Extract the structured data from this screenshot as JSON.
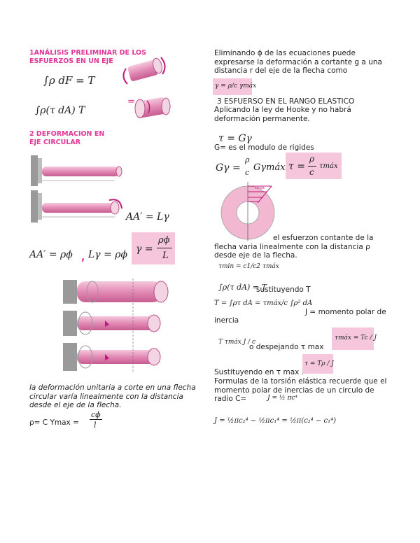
{
  "left": {
    "sec1_title": "1ANÁLISIS PRELIMINAR DE LOS ESFUERZOS EN UN EJE",
    "eq_int_rho_dF": "∫ρ dF = T",
    "eq_int_rho_tau": "∫ρ(τ dA)      T",
    "equals": "=",
    "sec2_title": "2 DEFORMACION EN EJE CIRCULAR",
    "eq_AA_Lgamma": "AA′ = Lγ",
    "eq_AA_rhophi": "AA′ = ρϕ",
    "comma": ",",
    "eq_Lgamma": "Lγ = ρϕ",
    "eq_gamma_num": "ρϕ",
    "eq_gamma_lhs": "γ =",
    "eq_gamma_den": "L",
    "desc": "la deformación unitaria a corte en una flecha circular varía linealmente con la distancia desde el eje de la flecha.",
    "rho_c": "ρ= C   Ymax =",
    "ymax_num": "cϕ",
    "ymax_den": "l"
  },
  "right": {
    "p1": "Eliminando ϕ de las ecuaciones puede expresarse la deformación a cortante g a una distancia r del eje de la flecha como",
    "eq_gamma_rho": "γ = ρ/c γmáx",
    "sec3": "3 ESFUERSO  EN EL RANGO ELASTICO",
    "hooke": "Aplicando la  ley  de  Hooke y no  habrá deformación permanente.",
    "eq_tau_Ggamma": "τ = Gγ",
    "g_def": "G= es  el  modulo de  rigides",
    "eq_Ggamma": "Gγ =",
    "eq_Ggamma_num": "ρ",
    "eq_Ggamma_den": "c",
    "eq_Ggamma_rhs": "Gγmáx",
    "eq_tau_lhs": "τ =",
    "eq_tau_num": "ρ",
    "eq_tau_den": "c",
    "eq_tau_rhs": "τmáx",
    "fig_label_tau": "τmáx",
    "p2": "el esfuerzon contante de  la flecha  varia linealmente  con la  distancia ρ desde  eje  de  la  flecha.",
    "eq_taumin": "τmin = c1/c2 τmáx",
    "eq_int_rho_tau": "∫ρ(τ dA) = T",
    "sust": "sustituyendo T",
    "eq_T": "T = ∫ρτ dA = τmáx/c ∫ρ² dA",
    "J_def": "J = momento  polar de",
    "inercia": "inercia",
    "eq_T_simple": "T    τmáx J / c",
    "o_desp": "o  despejando τ max",
    "eq_taumax_box": "τmáx = Tc / J",
    "sust_tau": "Sustituyendo en τ max .",
    "eq_tau_TrhoJ": "τ = Tρ / J",
    "p3": "Formulas  de  la  torsión elástica recuerde  que el momento polar de  inercias de un circulo  de radio C=",
    "eq_J": "J = ½ πc⁴",
    "eq_J_hollow": "J = ½πc₂⁴ − ½πc₁⁴ = ½π(c₂⁴ − c₁⁴)"
  }
}
